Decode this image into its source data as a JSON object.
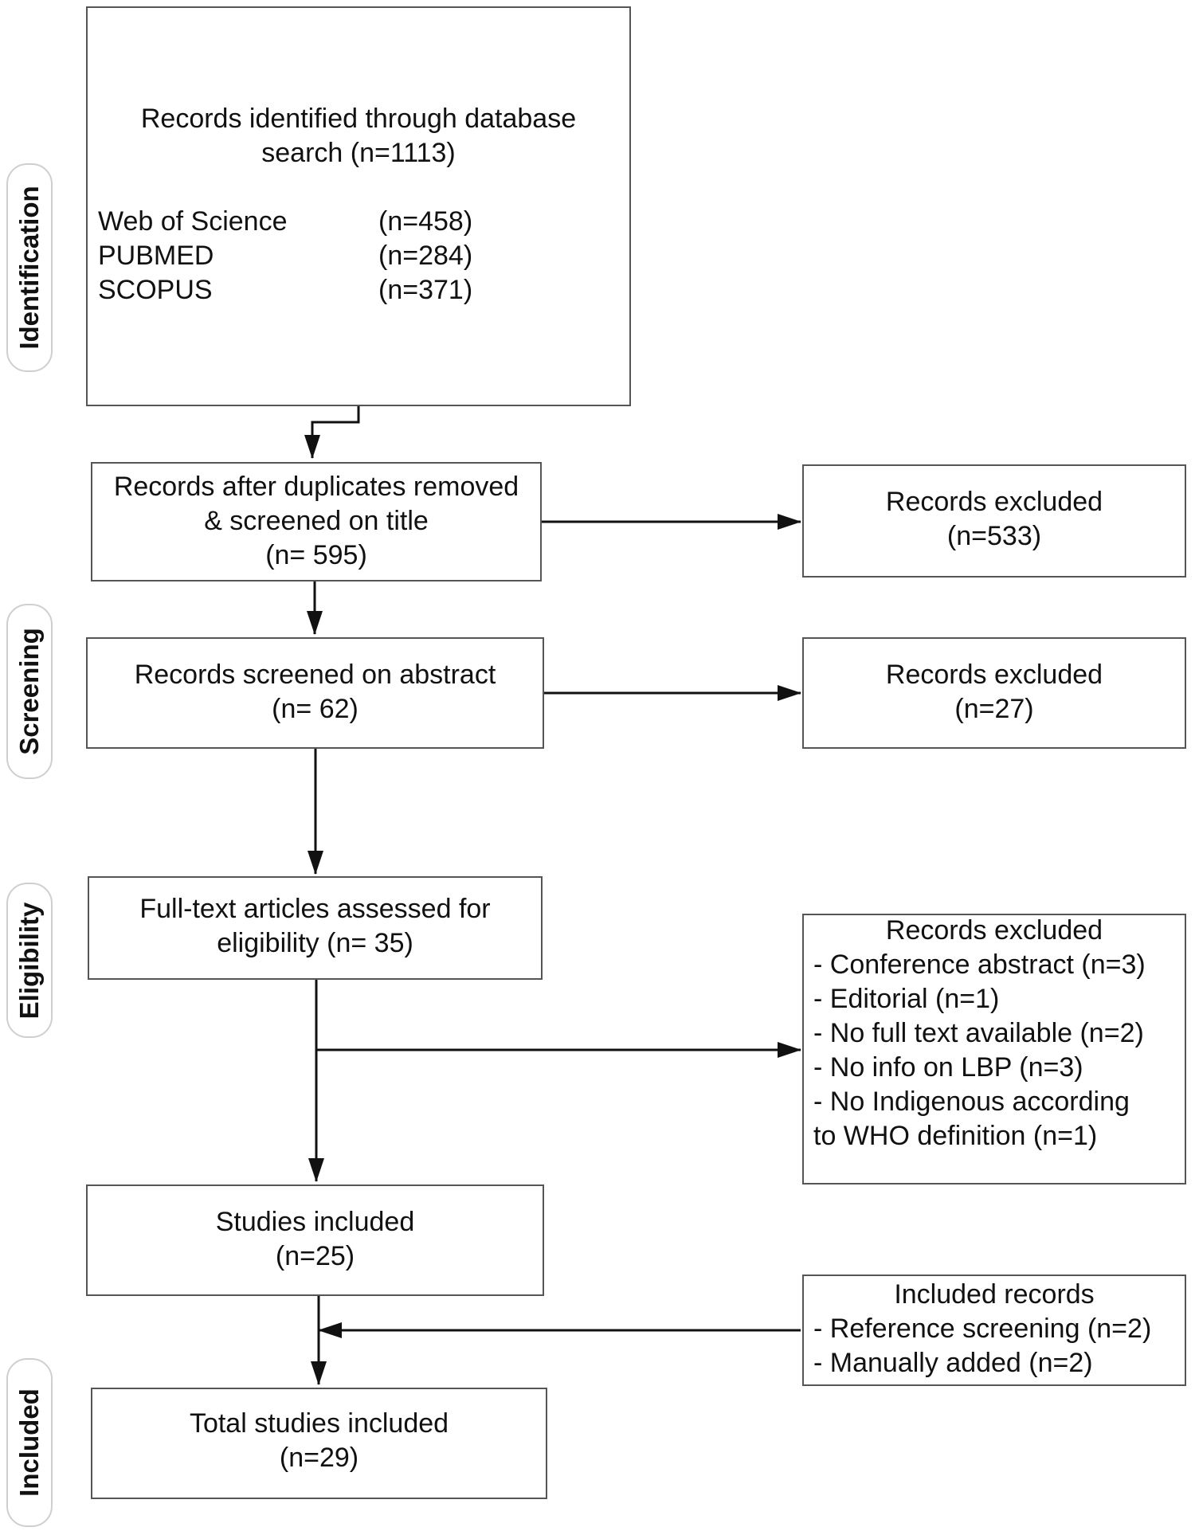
{
  "stages": {
    "identification": "Identification",
    "screening": "Screening",
    "eligibility": "Eligibility",
    "included": "Included"
  },
  "identified": {
    "line1": "Records identified through database",
    "line2": "search (n=1113)",
    "sources": [
      {
        "name": "Web of Science",
        "count": "(n=458)"
      },
      {
        "name": "PUBMED",
        "count": "(n=284)"
      },
      {
        "name": "SCOPUS",
        "count": "(n=371)"
      }
    ]
  },
  "duplicates_removed": {
    "line1": "Records after duplicates removed",
    "line2": "& screened on title",
    "line3": "(n= 595)"
  },
  "excluded_title": {
    "line1": "Records excluded",
    "line2": "(n=533)"
  },
  "screened_abstract": {
    "line1": "Records screened on abstract",
    "line2": "(n= 62)"
  },
  "excluded_abstract": {
    "line1": "Records excluded",
    "line2": "(n=27)"
  },
  "fulltext": {
    "line1": "Full-text articles assessed for",
    "line2": "eligibility (n= 35)"
  },
  "excluded_fulltext": {
    "title": "Records excluded",
    "items": [
      "- Conference abstract (n=3)",
      "- Editorial (n=1)",
      "- No full text available (n=2)",
      "- No info on LBP (n=3)",
      "- No Indigenous according",
      "to WHO definition (n=1)"
    ]
  },
  "studies_included": {
    "line1": "Studies included",
    "line2": "(n=25)"
  },
  "included_records": {
    "title": "Included records",
    "items": [
      "- Reference screening (n=2)",
      "- Manually added (n=2)"
    ]
  },
  "total_included": {
    "line1": "Total studies included",
    "line2": "(n=29)"
  }
}
